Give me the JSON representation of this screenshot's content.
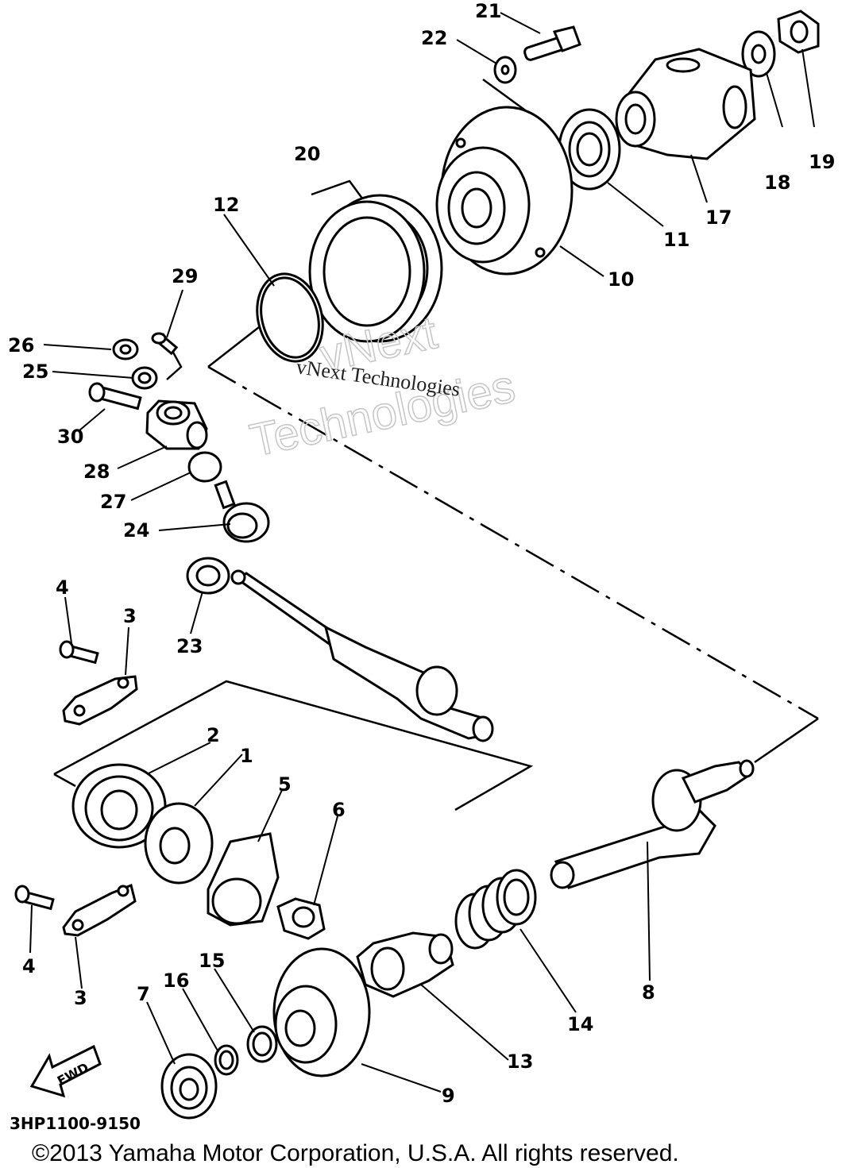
{
  "watermark": {
    "line_a": "vNext",
    "line_b": "Technologies",
    "overlay": "vNext Technologies"
  },
  "drawing_number": "3HP1100-9150",
  "fwd_label": "FWD",
  "copyright": "©2013 Yamaha Motor Corporation, U.S.A. All rights reserved.",
  "callouts": [
    "1",
    "2",
    "3",
    "3",
    "4",
    "4",
    "5",
    "6",
    "7",
    "8",
    "9",
    "10",
    "11",
    "12",
    "13",
    "14",
    "15",
    "16",
    "17",
    "18",
    "19",
    "20",
    "21",
    "22",
    "23",
    "24",
    "25",
    "26",
    "27",
    "28",
    "29",
    "30"
  ]
}
